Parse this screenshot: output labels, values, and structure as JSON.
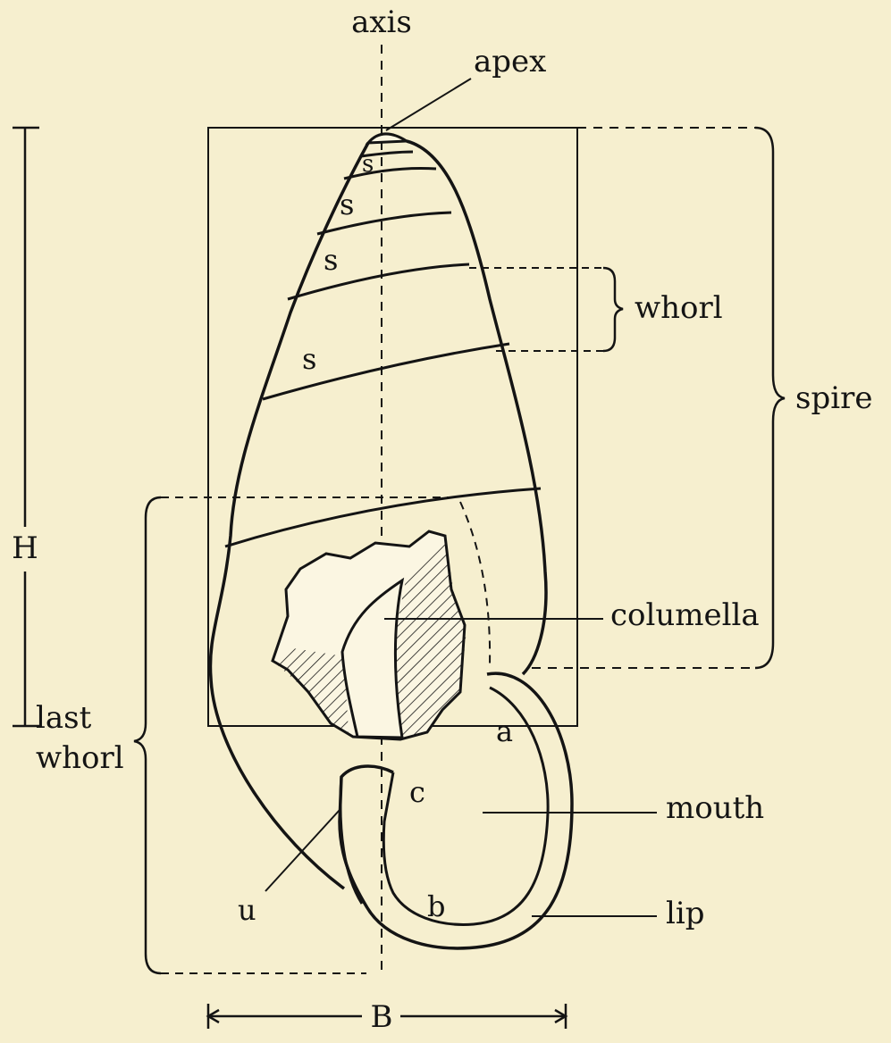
{
  "labels": {
    "axis": "axis",
    "apex": "apex",
    "whorl": "whorl",
    "spire": "spire",
    "height": "H",
    "last_whorl_line1": "last",
    "last_whorl_line2": "whorl",
    "columella": "columella",
    "mouth": "mouth",
    "lip": "lip",
    "breadth": "B",
    "suture_1": "s",
    "suture_2": "s",
    "suture_3": "s",
    "suture_4": "s",
    "point_a": "a",
    "point_b": "b",
    "point_c": "c",
    "point_u": "u"
  },
  "colors": {
    "background": "#f6efcf",
    "ink": "#141414"
  }
}
